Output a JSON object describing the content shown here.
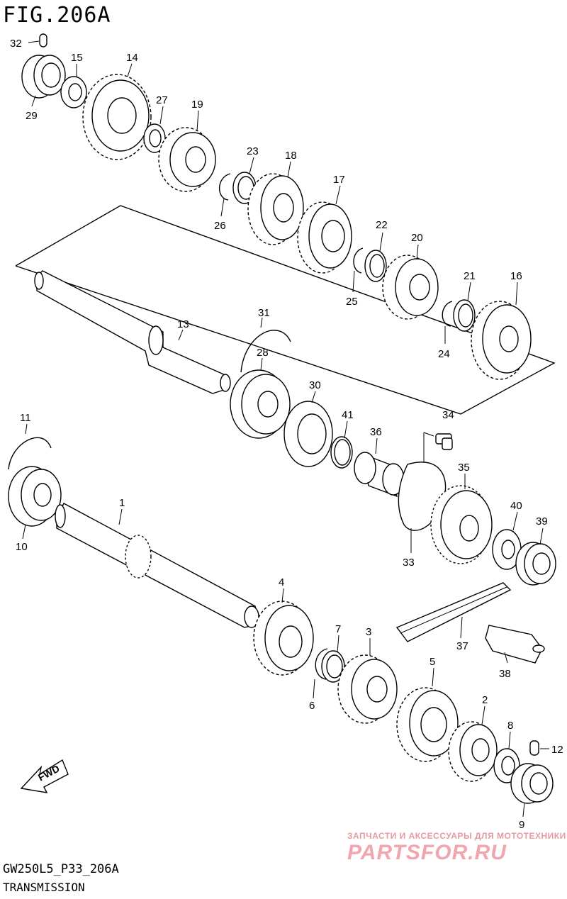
{
  "figure": {
    "title": "FIG.206A",
    "code": "GW250L5_P33_206A",
    "caption": "TRANSMISSION"
  },
  "fwd_label": "FWD",
  "watermark": {
    "line1": "ЗАПЧАСТИ И АКСЕССУАРЫ ДЛЯ МОТОТЕХНИКИ",
    "line2": "PARTSFOR.RU"
  },
  "callouts": [
    {
      "id": "c32",
      "label": "32"
    },
    {
      "id": "c15",
      "label": "15"
    },
    {
      "id": "c14",
      "label": "14"
    },
    {
      "id": "c29",
      "label": "29"
    },
    {
      "id": "c27",
      "label": "27"
    },
    {
      "id": "c19",
      "label": "19"
    },
    {
      "id": "c23",
      "label": "23"
    },
    {
      "id": "c18",
      "label": "18"
    },
    {
      "id": "c26",
      "label": "26"
    },
    {
      "id": "c17",
      "label": "17"
    },
    {
      "id": "c22",
      "label": "22"
    },
    {
      "id": "c20",
      "label": "20"
    },
    {
      "id": "c25",
      "label": "25"
    },
    {
      "id": "c21",
      "label": "21"
    },
    {
      "id": "c16",
      "label": "16"
    },
    {
      "id": "c24",
      "label": "24"
    },
    {
      "id": "c31",
      "label": "31"
    },
    {
      "id": "c13",
      "label": "13"
    },
    {
      "id": "c28",
      "label": "28"
    },
    {
      "id": "c30",
      "label": "30"
    },
    {
      "id": "c41",
      "label": "41"
    },
    {
      "id": "c34",
      "label": "34"
    },
    {
      "id": "c36",
      "label": "36"
    },
    {
      "id": "c35",
      "label": "35"
    },
    {
      "id": "c11",
      "label": "11"
    },
    {
      "id": "c1",
      "label": "1"
    },
    {
      "id": "c10",
      "label": "10"
    },
    {
      "id": "c40",
      "label": "40"
    },
    {
      "id": "c39",
      "label": "39"
    },
    {
      "id": "c33",
      "label": "33"
    },
    {
      "id": "c4",
      "label": "4"
    },
    {
      "id": "c37",
      "label": "37"
    },
    {
      "id": "c7",
      "label": "7"
    },
    {
      "id": "c3",
      "label": "3"
    },
    {
      "id": "c38",
      "label": "38"
    },
    {
      "id": "c6",
      "label": "6"
    },
    {
      "id": "c5",
      "label": "5"
    },
    {
      "id": "c2",
      "label": "2"
    },
    {
      "id": "c8",
      "label": "8"
    },
    {
      "id": "c12",
      "label": "12"
    },
    {
      "id": "c9",
      "label": "9"
    }
  ]
}
